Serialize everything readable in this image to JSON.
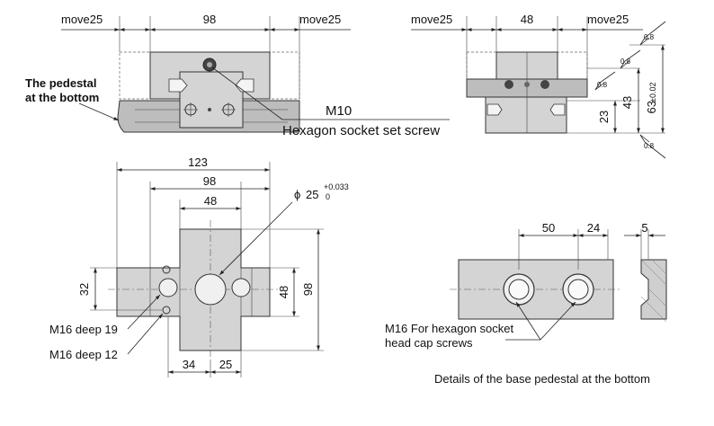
{
  "front_view": {
    "move_left": "move25",
    "width": "98",
    "move_right": "move25",
    "pedestal_label_line1": "The pedestal",
    "pedestal_label_line2": "at the bottom",
    "screw_size": "M10",
    "screw_type": "Hexagon socket set screw"
  },
  "side_view": {
    "move_left": "move25",
    "width": "48",
    "move_right": "move25",
    "roughness_values": [
      "0.8",
      "0.8",
      "0.8",
      "0.8"
    ],
    "height_lower": "23",
    "height_mid": "43",
    "height_total": "63",
    "height_total_tol": "±0.02"
  },
  "top_view": {
    "overall_width": "123",
    "mid_width": "98",
    "inner_width": "48",
    "bore_symbol": "ϕ",
    "bore_dia": "25",
    "bore_tol_upper": "+0.033",
    "bore_tol_lower": "0",
    "left_height": "32",
    "right_inner_height": "48",
    "right_overall_height": "98",
    "tap_deep19": "M16 deep 19",
    "tap_deep12": "M16 deep 12",
    "bottom_dim_left": "34",
    "bottom_dim_right": "25"
  },
  "base_detail": {
    "hole_spacing": "50",
    "edge_offset": "24",
    "side_thickness": "5",
    "hole_note_line1": "M16 For hexagon socket",
    "hole_note_line2": "head cap screws",
    "caption": "Details of the base pedestal at the bottom"
  }
}
